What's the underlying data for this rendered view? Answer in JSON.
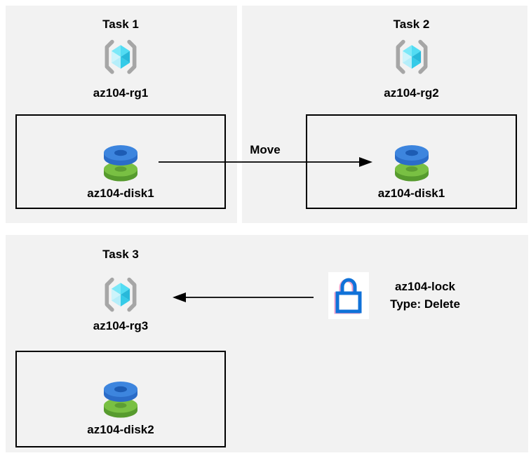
{
  "tasks": [
    {
      "title": "Task 1",
      "resource_group": "az104-rg1",
      "disk": "az104-disk1"
    },
    {
      "title": "Task 2",
      "resource_group": "az104-rg2",
      "disk": "az104-disk1"
    },
    {
      "title": "Task 3",
      "resource_group": "az104-rg3",
      "disk": "az104-disk2"
    }
  ],
  "arrows": {
    "move_label": "Move"
  },
  "lock": {
    "name": "az104-lock",
    "type": "Type: Delete"
  },
  "colors": {
    "panel_bg": "#f2f2f2",
    "box_border": "#000000",
    "bracket_gray": "#a6a6a6",
    "cube_cyan_light": "#7ce8f8",
    "cube_cyan": "#52dcf3",
    "cube_pale": "#cdf4fb",
    "cube_teal": "#28b9da",
    "disk_blue_top": "#3d85de",
    "disk_blue_side": "#2b6cc8",
    "disk_blue_hole": "#1d5cb4",
    "disk_green_top": "#79c043",
    "disk_green_side": "#579b2e",
    "disk_green_hole": "#5d9e33",
    "lock_blue": "#1072d8",
    "arrow_black": "#000000"
  }
}
